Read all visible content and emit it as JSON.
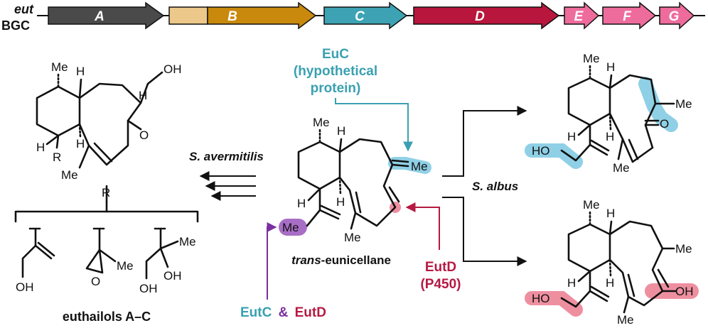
{
  "cluster": {
    "label_top": "eut",
    "label_bottom": "BGC",
    "genes": [
      {
        "name": "A",
        "color": "#4a4a4a"
      },
      {
        "name": "B",
        "color": "#c9890d",
        "accent": "#ecc98a"
      },
      {
        "name": "C",
        "color": "#3da3b4"
      },
      {
        "name": "D",
        "color": "#b8163c"
      },
      {
        "name": "E",
        "color": "#ee6c9c"
      },
      {
        "name": "F",
        "color": "#ee6c9c"
      },
      {
        "name": "G",
        "color": "#ee6c9c"
      }
    ]
  },
  "enzymes": {
    "euc_line1": "EuC",
    "euc_line2": "(hypothetical",
    "euc_line3": "protein)",
    "eutd_line1": "EutD",
    "eutd_line2": "(P450)",
    "eutc": "EutC",
    "amp": "&",
    "eutd": "EutD",
    "euc_color": "#3aa0b1",
    "eutd_color": "#b51a43",
    "eutc_color": "#7a2fa0"
  },
  "organisms": {
    "left": "S. avermitilis",
    "right": "S. albus"
  },
  "compounds": {
    "center_name_italic": "trans",
    "center_name_rest": "-eunicellane",
    "left_name": "euthailols A–C",
    "r_group_label": "R"
  },
  "atoms": {
    "me": "Me",
    "h": "H",
    "oh": "OH",
    "ho": "HO",
    "o": "O",
    "r": "R"
  },
  "highlights": {
    "teal": "#8fd0e6",
    "pink": "#ee8fa0",
    "purple": "#a86ec6"
  }
}
